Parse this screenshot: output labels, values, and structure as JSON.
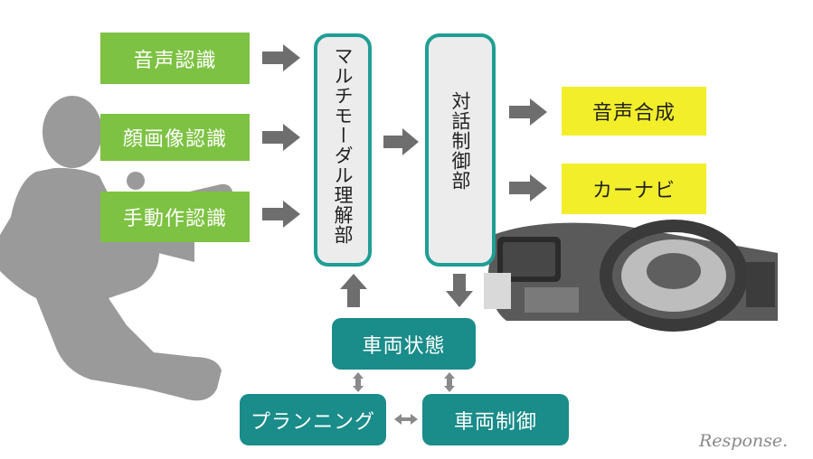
{
  "inputs": [
    "音声認識",
    "顔画像認識",
    "手動作認識"
  ],
  "understanding": "マルチモーダル理解部",
  "dialog": "対話制御部",
  "outputs": [
    "音声合成",
    "カーナビ"
  ],
  "vehicle_state": "車両状態",
  "planning": "プランニング",
  "vehicle_control": "車両制御",
  "logo": "Response.",
  "colors": {
    "green": "#7dc242",
    "yellow": "#f2ee2a",
    "teal": "#1a8c8a",
    "border": "#1f9e95",
    "arrow": "#6e6e6e"
  }
}
